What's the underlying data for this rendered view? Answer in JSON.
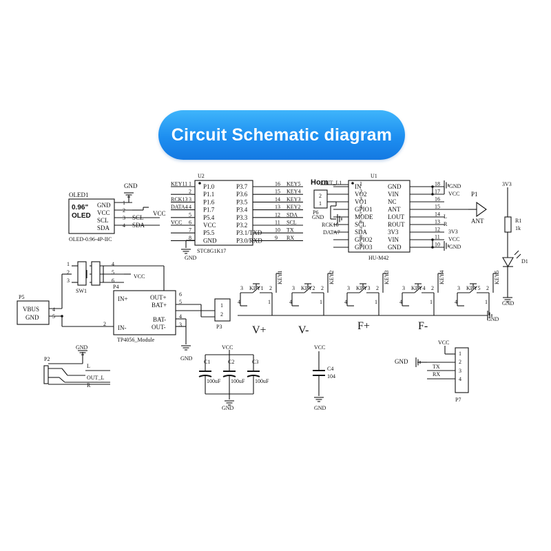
{
  "title": "Circuit Schematic diagram",
  "oled": {
    "ref": "OLED1",
    "model": "0.96\"",
    "model2": "OLED",
    "footprint": "OLED-0.96-4P-IIC",
    "pins": [
      {
        "num": "1",
        "name": "GND"
      },
      {
        "num": "2",
        "name": "VCC"
      },
      {
        "num": "3",
        "name": "SCL"
      },
      {
        "num": "4",
        "name": "SDA"
      }
    ],
    "gnd": "GND",
    "vcc": "VCC",
    "net_scl": "SCL",
    "net_sda": "SDA"
  },
  "u2": {
    "ref": "U2",
    "part": "STC8G1K17",
    "left": [
      {
        "num": "1",
        "name": "P1.0",
        "net": "KEY11"
      },
      {
        "num": "2",
        "name": "P1.1",
        "net": ""
      },
      {
        "num": "3",
        "name": "P1.6",
        "net": "RCK13"
      },
      {
        "num": "4",
        "name": "P1.7",
        "net": "DATA4"
      },
      {
        "num": "5",
        "name": "P5.4",
        "net": ""
      },
      {
        "num": "6",
        "name": "VCC",
        "net": "VCC"
      },
      {
        "num": "7",
        "name": "P5.5",
        "net": ""
      },
      {
        "num": "8",
        "name": "GND",
        "net": ""
      }
    ],
    "right": [
      {
        "num": "16",
        "name": "P3.7",
        "net": "KEY5"
      },
      {
        "num": "15",
        "name": "P3.6",
        "net": "KEY4"
      },
      {
        "num": "14",
        "name": "P3.5",
        "net": "KEY3"
      },
      {
        "num": "13",
        "name": "P3.4",
        "net": "KEY2"
      },
      {
        "num": "12",
        "name": "P3.3",
        "net": "SDA"
      },
      {
        "num": "11",
        "name": "P3.2",
        "net": "SCL"
      },
      {
        "num": "10",
        "name": "P3.1/TXD",
        "net": "TX"
      },
      {
        "num": "9",
        "name": "P3.0/RXD",
        "net": "RX"
      }
    ],
    "gnd": "GND"
  },
  "horn": {
    "label": "Horn",
    "ref": "P6",
    "pins": [
      "2",
      "1"
    ],
    "net": "OUT_L1",
    "gnd": "GND"
  },
  "u1": {
    "ref": "U1",
    "part": "HU-M42",
    "left": [
      {
        "num": "1",
        "name": "IN",
        "net": "OUT_L1"
      },
      {
        "num": "2",
        "name": "VO2",
        "net": ""
      },
      {
        "num": "3",
        "name": "VO1",
        "net": ""
      },
      {
        "num": "4",
        "name": "GPIO1",
        "net": ""
      },
      {
        "num": "5",
        "name": "MODE",
        "net": ""
      },
      {
        "num": "6",
        "name": "SCL",
        "net": "RCK16"
      },
      {
        "num": "7",
        "name": "SDA",
        "net": "DATA7"
      },
      {
        "num": "8",
        "name": "GPIO2",
        "net": ""
      },
      {
        "num": "9",
        "name": "GPIO3",
        "net": ""
      }
    ],
    "right": [
      {
        "num": "18",
        "name": "GND",
        "net": "GND"
      },
      {
        "num": "17",
        "name": "VIN",
        "net": "VCC"
      },
      {
        "num": "16",
        "name": "NC",
        "net": ""
      },
      {
        "num": "15",
        "name": "ANT",
        "net": ""
      },
      {
        "num": "14",
        "name": "LOUT",
        "net": "L"
      },
      {
        "num": "13",
        "name": "ROUT",
        "net": "R"
      },
      {
        "num": "12",
        "name": "3V3",
        "net": "3V3"
      },
      {
        "num": "11",
        "name": "VIN",
        "net": "VCC"
      },
      {
        "num": "10",
        "name": "GND",
        "net": "GND"
      }
    ],
    "ant_ref": "P1",
    "ant_label": "ANT"
  },
  "led": {
    "rail": "3V3",
    "r_ref": "R1",
    "r_val": "1k",
    "d_ref": "D1",
    "gnd": "GND"
  },
  "p5": {
    "ref": "P5",
    "l1": "VBUS",
    "l2": "GND",
    "pins": [
      "4",
      "5"
    ]
  },
  "sw1": {
    "ref": "SW1",
    "pins_a": [
      "1",
      "2",
      "3"
    ],
    "pins_b": [
      "4",
      "5",
      "6"
    ],
    "vcc": "VCC"
  },
  "p4": {
    "ref": "P4",
    "part": "TP4056_Module",
    "in_plus": "IN+",
    "in_minus": "IN-",
    "out_plus": "OUT+",
    "bat_plus": "BAT+",
    "bat_minus": "BAT-",
    "out_minus": "OUT-",
    "pin_in_minus": "2",
    "pin_out_plus": "6",
    "pin_bat_plus": "5",
    "pin_bat_minus": "4",
    "pin_out_minus": "3",
    "gnd": "GND"
  },
  "p3": {
    "ref": "P3",
    "pins": [
      "1",
      "2"
    ]
  },
  "keys": [
    {
      "ref": "KEY1",
      "net": "KEY1"
    },
    {
      "ref": "KEY2",
      "net": "KEY2"
    },
    {
      "ref": "KEY3",
      "net": "KEY3"
    },
    {
      "ref": "KEY4",
      "net": "KEY4"
    },
    {
      "ref": "KEY5",
      "net": "KEY5"
    }
  ],
  "key_pins": {
    "a": "4",
    "b": "3",
    "c": "2",
    "d": "1"
  },
  "key_gnd": "GND",
  "key_caps": [
    "V+",
    "V-",
    "F+",
    "F-"
  ],
  "p2": {
    "ref": "P2",
    "gnd": "GND",
    "l": "L",
    "out_l": "OUT_L",
    "r": "R"
  },
  "caps": [
    {
      "ref": "C1",
      "val": "100uF"
    },
    {
      "ref": "C2",
      "val": "100uF"
    },
    {
      "ref": "C3",
      "val": "100uF"
    }
  ],
  "caps_vcc": "VCC",
  "caps_gnd": "GND",
  "c4": {
    "ref": "C4",
    "val": "104",
    "vcc": "VCC",
    "gnd": "GND"
  },
  "p7": {
    "ref": "P7",
    "pins": [
      "1",
      "2",
      "3",
      "4"
    ],
    "vcc": "VCC",
    "gnd": "GND",
    "tx": "TX",
    "rx": "RX"
  }
}
